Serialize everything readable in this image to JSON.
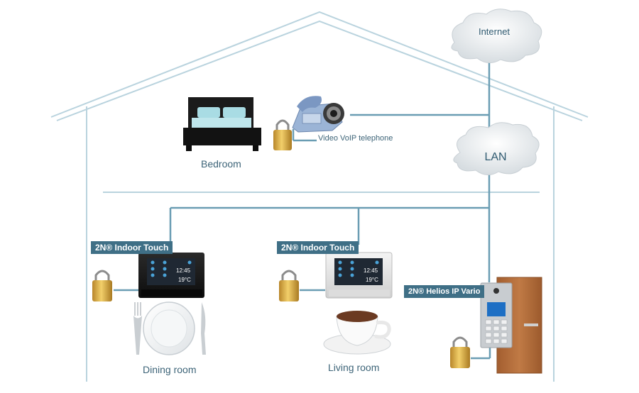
{
  "clouds": {
    "internet": "Internet",
    "lan": "LAN"
  },
  "rooms": {
    "bedroom": "Bedroom",
    "dining": "Dining room",
    "living": "Living room"
  },
  "devices": {
    "voip": "Video VoIP telephone",
    "indoor_touch_dining": "2N® Indoor Touch",
    "indoor_touch_living": "2N® Indoor Touch",
    "helios": "2N® Helios IP Vario"
  },
  "screen": {
    "time": "12:45",
    "temp": "19°C"
  },
  "colors": {
    "line": "#6a9db3",
    "wall": "#b9d3de",
    "tag_bg": "#3f6f86",
    "lock_gold": "#d9a93b",
    "door": "#b9703e"
  }
}
